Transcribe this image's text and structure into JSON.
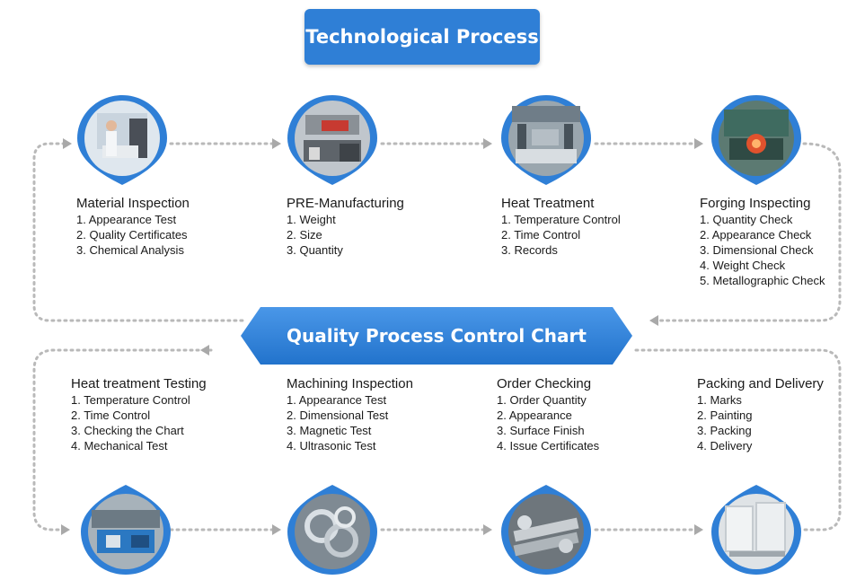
{
  "header": {
    "title": "Technological Process"
  },
  "banner": {
    "title": "Quality Process Control Chart"
  },
  "colors": {
    "accent": "#2f7fd6",
    "dots": "#b9b9b9",
    "arrow": "#a9a9a9"
  },
  "top_steps": [
    {
      "title": "Material Inspection",
      "items": [
        "1. Appearance Test",
        "2. Quality Certificates",
        "3. Chemical Analysis"
      ]
    },
    {
      "title": "PRE-Manufacturing",
      "items": [
        "1. Weight",
        "2. Size",
        "3. Quantity"
      ]
    },
    {
      "title": "Heat Treatment",
      "items": [
        "1. Temperature Control",
        "2. Time Control",
        "3. Records"
      ]
    },
    {
      "title": "Forging Inspecting",
      "items": [
        "1. Quantity Check",
        "2. Appearance Check",
        "3. Dimensional Check",
        "4. Weight Check",
        "5. Metallographic Check"
      ]
    }
  ],
  "bottom_steps": [
    {
      "title": "Heat treatment Testing",
      "items": [
        "1. Temperature Control",
        "2. Time Control",
        "3. Checking the Chart",
        "4. Mechanical Test"
      ]
    },
    {
      "title": "Machining Inspection",
      "items": [
        "1. Appearance Test",
        "2. Dimensional Test",
        "3. Magnetic Test",
        "4. Ultrasonic Test"
      ]
    },
    {
      "title": "Order Checking",
      "items": [
        "1. Order Quantity",
        "2. Appearance",
        "3. Surface Finish",
        "4. Issue Certificates"
      ]
    },
    {
      "title": "Packing and Delivery",
      "items": [
        "1. Marks",
        "2. Painting",
        "3. Packing",
        "4. Delivery"
      ]
    }
  ]
}
